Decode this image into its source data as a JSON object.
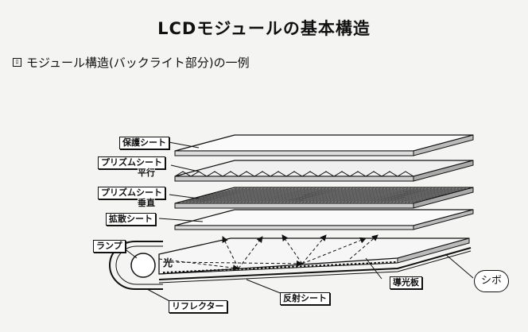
{
  "title": "LCDモジュールの基本構造",
  "subtitle": "モジュール構造(バックライト部分)の一例",
  "labels": {
    "protect_sheet": "保護シート",
    "prism_sheet_1": "プリズムシート",
    "parallel": "平行",
    "prism_sheet_2": "プリズムシート",
    "vertical": "垂直",
    "diffuse_sheet": "拡散シート",
    "lamp": "ランプ",
    "light": "光",
    "light_guide": "導光板",
    "reflector": "リフレクター",
    "reflect_sheet": "反射シート",
    "shibo": "シボ"
  }
}
